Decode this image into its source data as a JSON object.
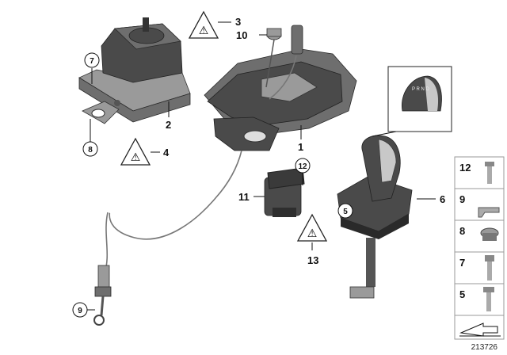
{
  "callouts": {
    "c1": "1",
    "c2": "2",
    "c3": "3",
    "c4": "4",
    "c5": "5",
    "c6": "6",
    "c7": "7",
    "c8": "8",
    "c9": "9",
    "c10": "10",
    "c11": "11",
    "c12": "12",
    "c13": "13"
  },
  "side_column": {
    "items": [
      "12",
      "9",
      "8",
      "7",
      "5"
    ]
  },
  "diagram_number": "213726",
  "colors": {
    "part": "#4a4a4a",
    "chrome": "#c8c8c8",
    "lines": "#111111"
  }
}
